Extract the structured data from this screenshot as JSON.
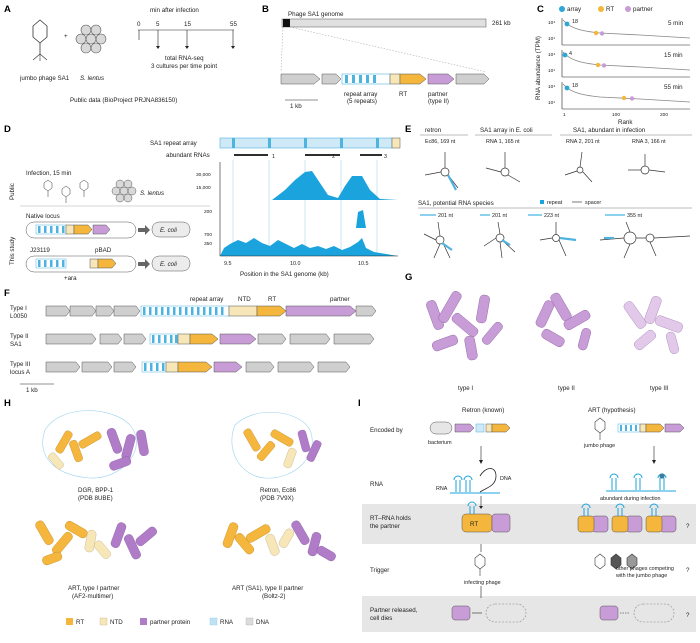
{
  "panels": {
    "A": "A",
    "B": "B",
    "C": "C",
    "D": "D",
    "E": "E",
    "F": "F",
    "G": "G",
    "H": "H",
    "I": "I"
  },
  "a": {
    "phage": "jumbo phage SA1",
    "host": "S. lentus",
    "plus": "+",
    "time_title": "min after infection",
    "times": [
      "0",
      "5",
      "15",
      "55"
    ],
    "method1": "total RNA-seq",
    "method2": "3 cultures per time point",
    "public": "Public data (BioProject PRJNA836150)"
  },
  "b": {
    "genome": "Phage SA1 genome",
    "size": "261 kb",
    "scale": "1 kb",
    "repeat1": "repeat array",
    "repeat2": "(5 repeats)",
    "rt": "RT",
    "partner1": "partner",
    "partner2": "(type II)"
  },
  "c": {
    "legend": [
      "array",
      "RT",
      "partner"
    ],
    "colors": {
      "array": "#2fa6d8",
      "RT": "#f4b63c",
      "partner": "#c89cd6"
    },
    "ylabel": "RNA abundance (TPM)",
    "xlabel": "Rank",
    "yticks": [
      "10⁴",
      "10¹"
    ],
    "xticks": [
      "1",
      "100",
      "200"
    ],
    "panels": [
      {
        "time": "5 min",
        "rank_label": "18"
      },
      {
        "time": "15 min",
        "rank_label": "4"
      },
      {
        "time": "55 min",
        "rank_label": "18"
      }
    ]
  },
  "d": {
    "array_label": "SA1 repeat array",
    "abundant": "abundant RNAs",
    "rna_nums": [
      "1",
      "2",
      "3"
    ],
    "public": "Public",
    "study": "This study",
    "infection": "Infection, 15 min",
    "host": "S. lentus",
    "native": "Native locus",
    "promoter": "J23119",
    "pbad": "pBAD",
    "ara": "+ara",
    "ecoli": "E. coli",
    "yticks1": [
      "30,000",
      "15,000"
    ],
    "yticks2": [
      "200"
    ],
    "yticks3": [
      "700",
      "350"
    ],
    "xticks": [
      "9.5",
      "10.0",
      "10.5"
    ],
    "xlabel": "Position in the SA1 genome (kb)"
  },
  "e": {
    "heads": [
      "retron",
      "SA1 array in E. coli",
      "SA1, abundant in infection"
    ],
    "sub": [
      "Ec86, 169 nt",
      "RNA 1, 165 nt",
      "RNA 2, 201 nt",
      "RNA 3, 166 nt"
    ],
    "potential": "SA1, potential RNA species",
    "repeat": "repeat",
    "spacer": "spacer",
    "lens": [
      "201 nt",
      "201 nt",
      "223 nt",
      "355 nt"
    ]
  },
  "f": {
    "types": [
      {
        "line1": "Type I",
        "line2": "L0050"
      },
      {
        "line1": "Type II",
        "line2": "SA1"
      },
      {
        "line1": "Type III",
        "line2": "locus A"
      }
    ],
    "repeat": "repeat array",
    "ntd": "NTD",
    "rt": "RT",
    "partner": "partner",
    "scale": "1 kb"
  },
  "g": {
    "labels": [
      "type I",
      "type II",
      "type III"
    ]
  },
  "h": {
    "structs": [
      {
        "line1": "DGR, BPP-1",
        "line2": "(PDB 8UBE)"
      },
      {
        "line1": "Retron, Ec86",
        "line2": "(PDB 7V9X)"
      },
      {
        "line1": "ART, type I partner",
        "line2": "(AF2-multimer)"
      },
      {
        "line1": "ART (SA1), type II partner",
        "line2": "(Boltz-2)"
      }
    ],
    "legend": [
      "RT",
      "NTD",
      "partner protein",
      "RNA",
      "DNA"
    ]
  },
  "i": {
    "col1": "Retron (known)",
    "col2": "ART (hypothesis)",
    "rows": [
      "Encoded by",
      "RNA",
      "RT–RNA holds",
      "the partner",
      "Trigger",
      "Partner released,",
      "cell dies"
    ],
    "bacterium": "bacterium",
    "jumbo": "jumbo phage",
    "rna": "RNA",
    "dna": "DNA",
    "abundant": "abundant during infection",
    "rt": "RT",
    "infecting": "infecting phage",
    "other1": "other phages competing",
    "other2": "with the jumbo phage",
    "q": "?"
  }
}
